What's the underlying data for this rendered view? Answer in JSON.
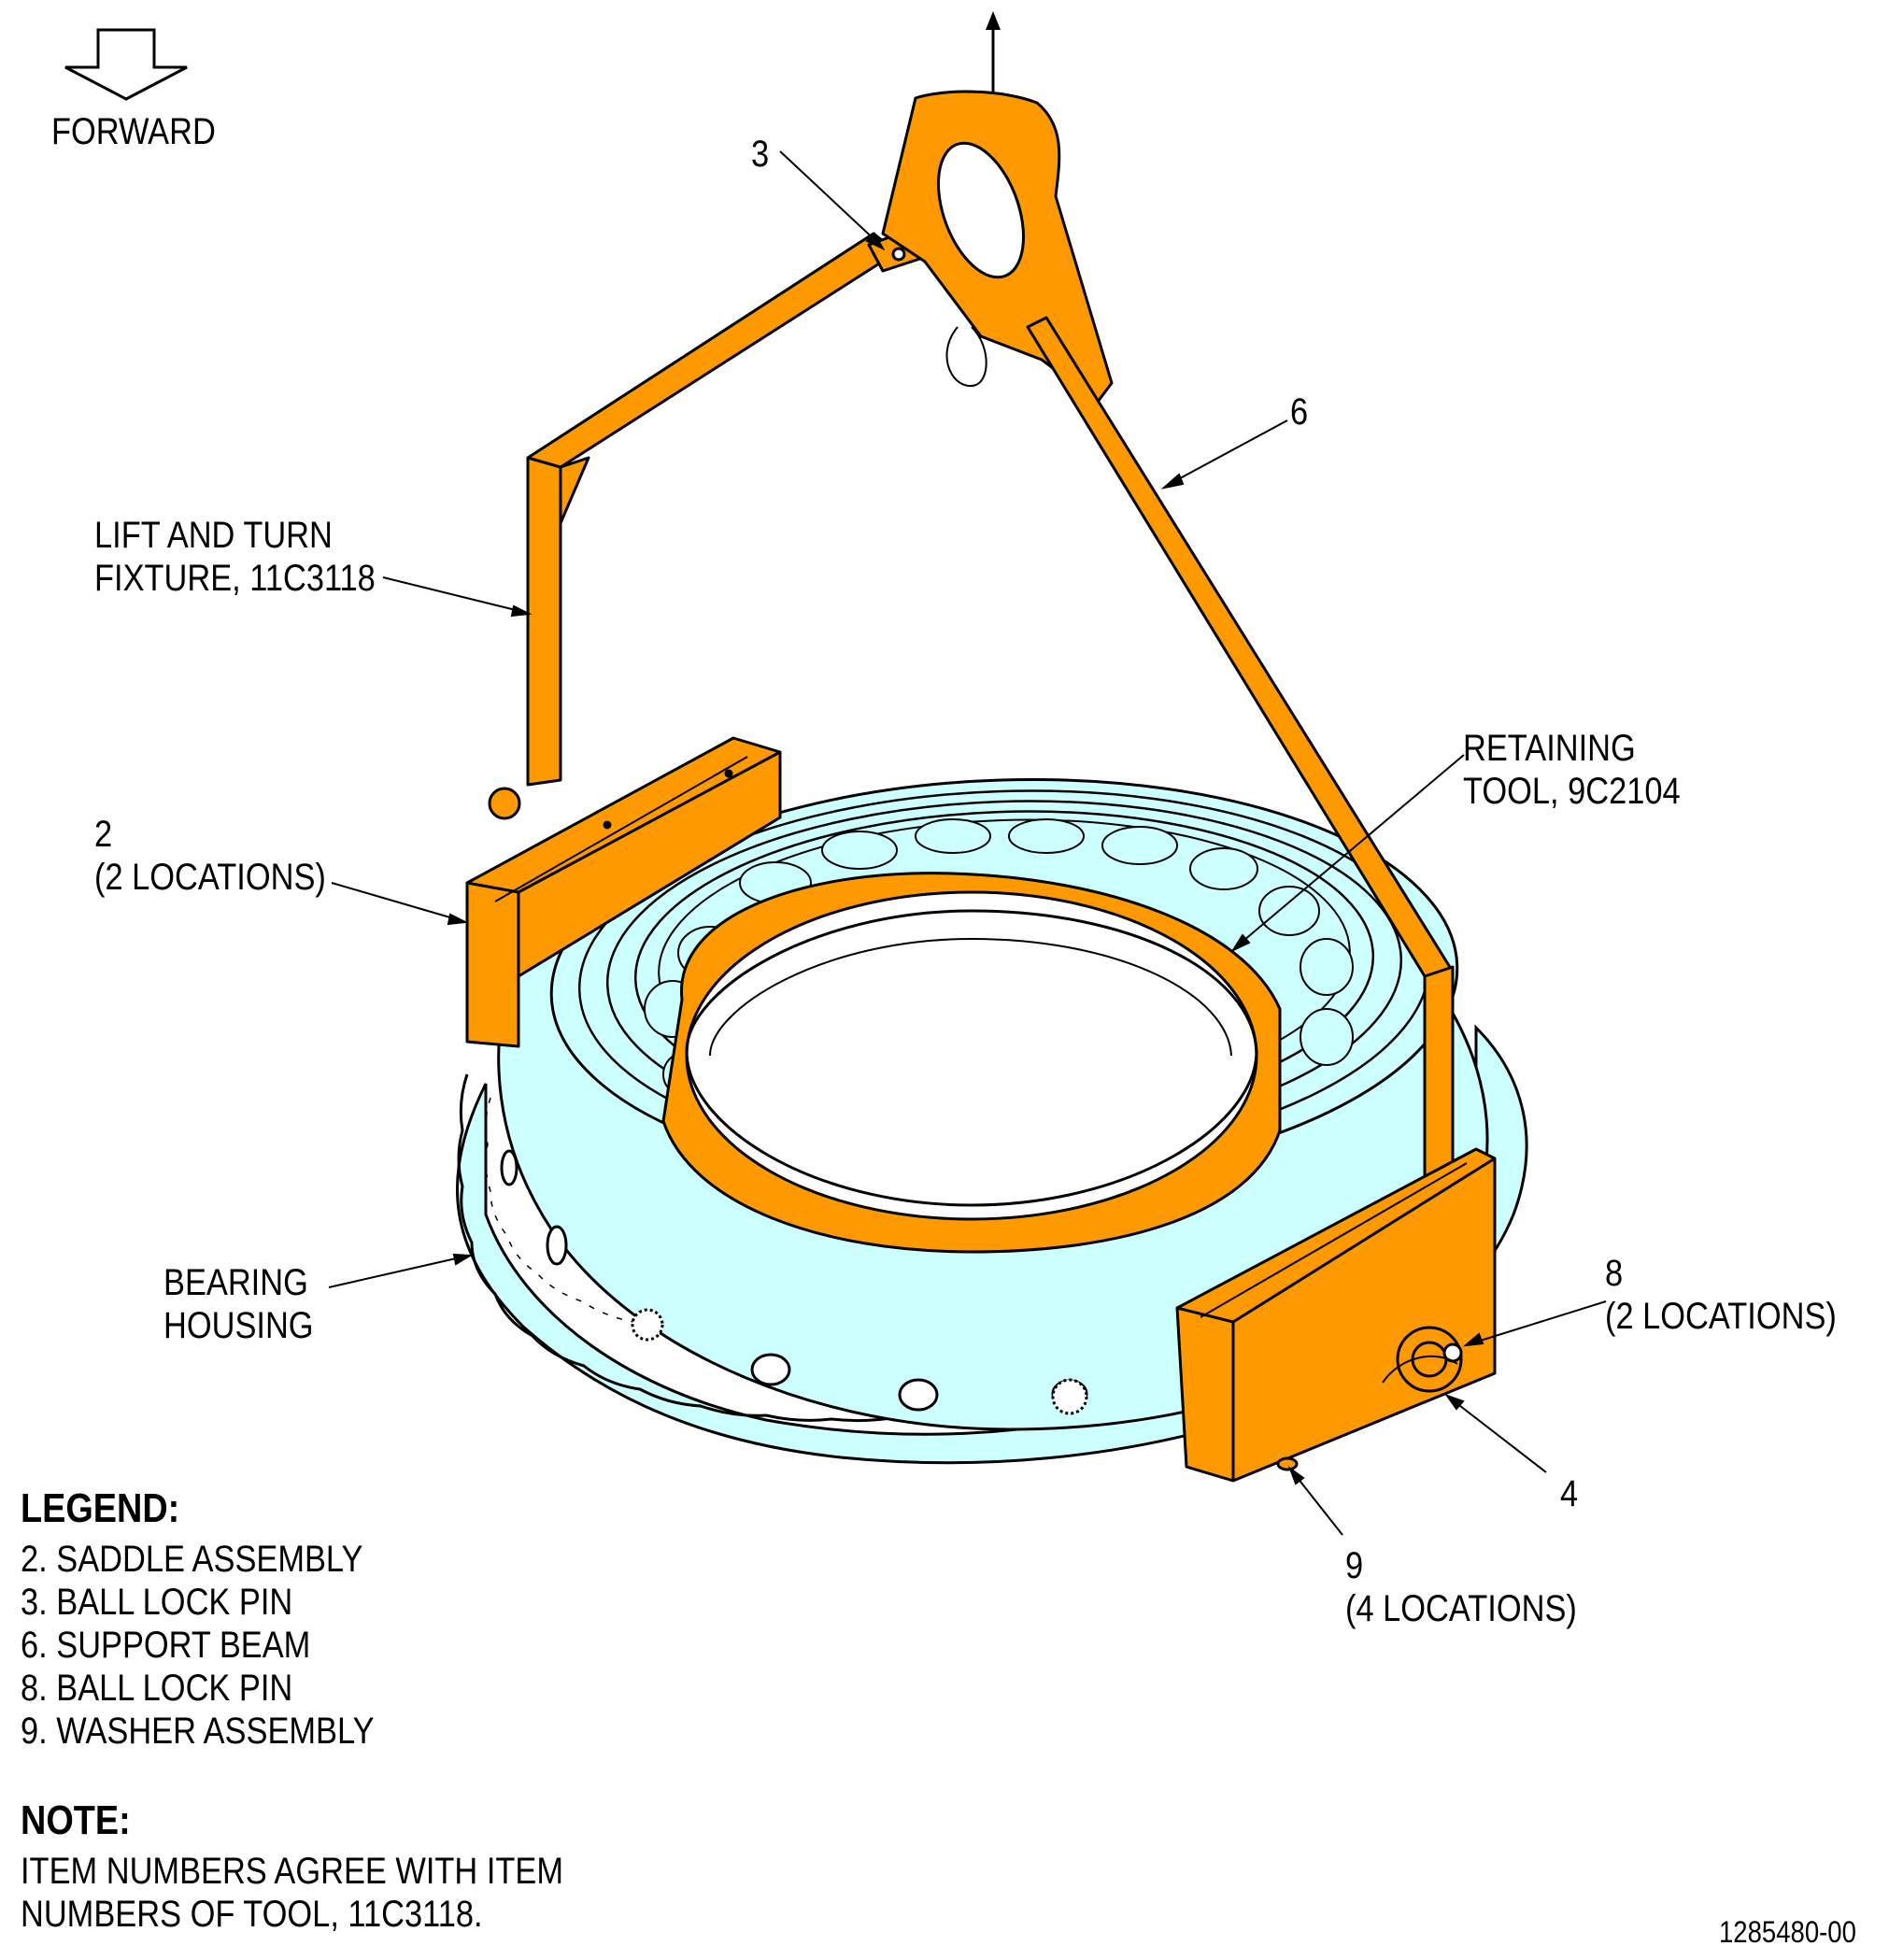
{
  "direction": {
    "label": "FORWARD",
    "icon": "down-arrow-icon"
  },
  "callouts": {
    "item3": "3",
    "item6": "6",
    "fixture_line1": "LIFT AND TURN",
    "fixture_line2": "FIXTURE, 11C3118",
    "retaining_line1": "RETAINING",
    "retaining_line2": "TOOL, 9C2104",
    "item2_line1": "2",
    "item2_line2": "(2 LOCATIONS)",
    "bearing_line1": "BEARING",
    "bearing_line2": "HOUSING",
    "item8_line1": "8",
    "item8_line2": "(2 LOCATIONS)",
    "item4": "4",
    "item9_line1": "9",
    "item9_line2": "(4 LOCATIONS)"
  },
  "legend": {
    "title": "LEGEND:",
    "items": [
      "2. SADDLE ASSEMBLY",
      "3. BALL LOCK PIN",
      "6. SUPPORT BEAM",
      "8. BALL LOCK PIN",
      "9. WASHER ASSEMBLY"
    ]
  },
  "note": {
    "title": "NOTE:",
    "line1": "ITEM NUMBERS AGREE WITH ITEM",
    "line2": "NUMBERS OF TOOL, 11C3118."
  },
  "figure_id": "1285480-00",
  "colors": {
    "tool_orange": "#FF9900",
    "housing_cyan": "#CCFFFF",
    "outline": "#000000"
  }
}
